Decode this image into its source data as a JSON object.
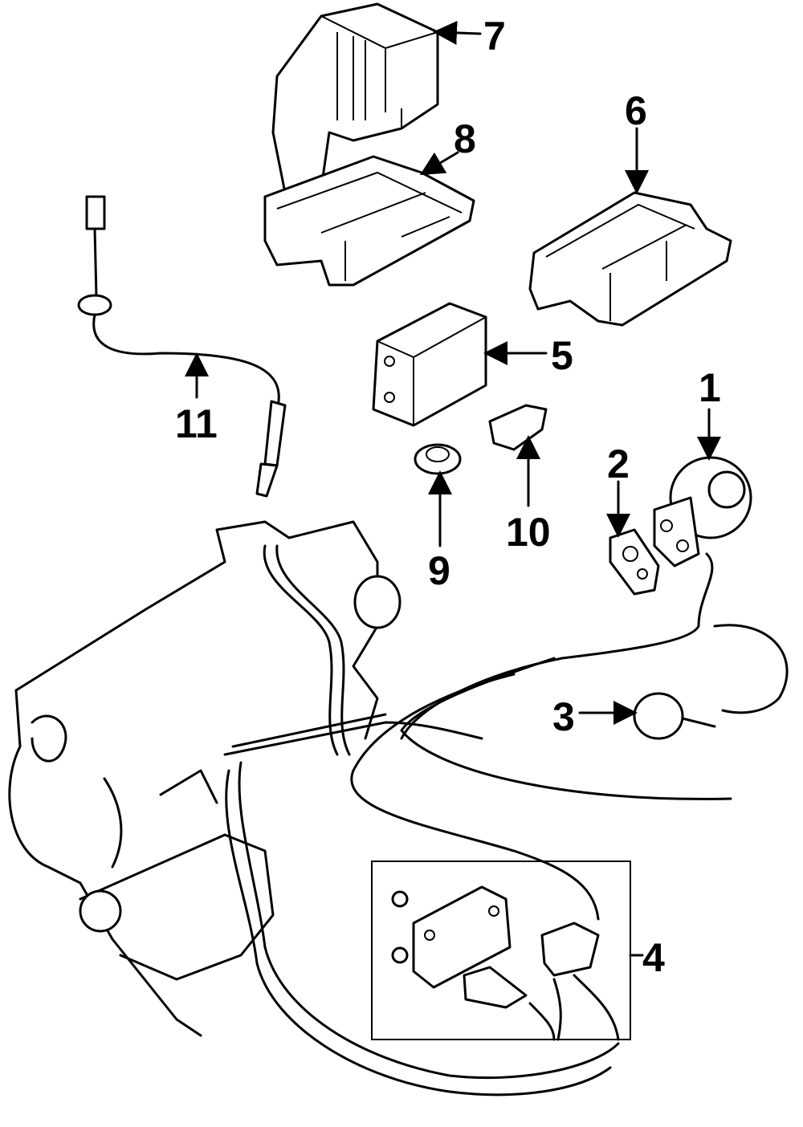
{
  "diagram": {
    "type": "exploded parts diagram",
    "colors": {
      "line": "#000000",
      "background": "#ffffff"
    },
    "callouts": [
      {
        "id": "1",
        "label": "1"
      },
      {
        "id": "2",
        "label": "2"
      },
      {
        "id": "3",
        "label": "3"
      },
      {
        "id": "4",
        "label": "4"
      },
      {
        "id": "5",
        "label": "5"
      },
      {
        "id": "6",
        "label": "6"
      },
      {
        "id": "7",
        "label": "7"
      },
      {
        "id": "8",
        "label": "8"
      },
      {
        "id": "9",
        "label": "9"
      },
      {
        "id": "10",
        "label": "10"
      },
      {
        "id": "11",
        "label": "11"
      }
    ]
  }
}
